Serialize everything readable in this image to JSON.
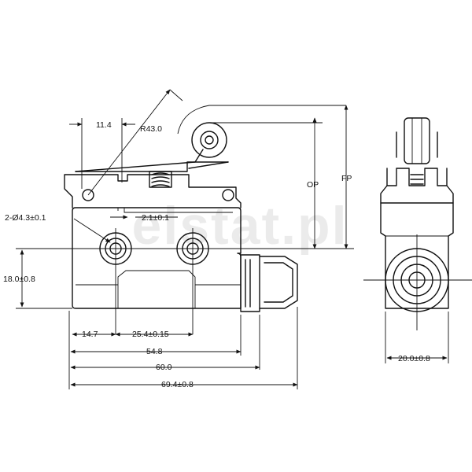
{
  "watermark": "elstat.pl",
  "dimensions": {
    "lever_offset": "11.4",
    "lever_radius": "R43.0",
    "operating_position": "OP",
    "free_position": "FP",
    "mounting_holes": "2-Ø4.3±0.1",
    "lever_gap": "2.1±0.1",
    "body_height": "18.0±0.8",
    "hole_to_edge": "14.7",
    "hole_spacing": "25.4±0.15",
    "body_length": "54.8",
    "body_with_base": "60.0",
    "overall_length": "69.4±0.8",
    "side_width": "20.0±0.8"
  },
  "colors": {
    "line": "#111111",
    "watermark": "#dcdcdc"
  }
}
